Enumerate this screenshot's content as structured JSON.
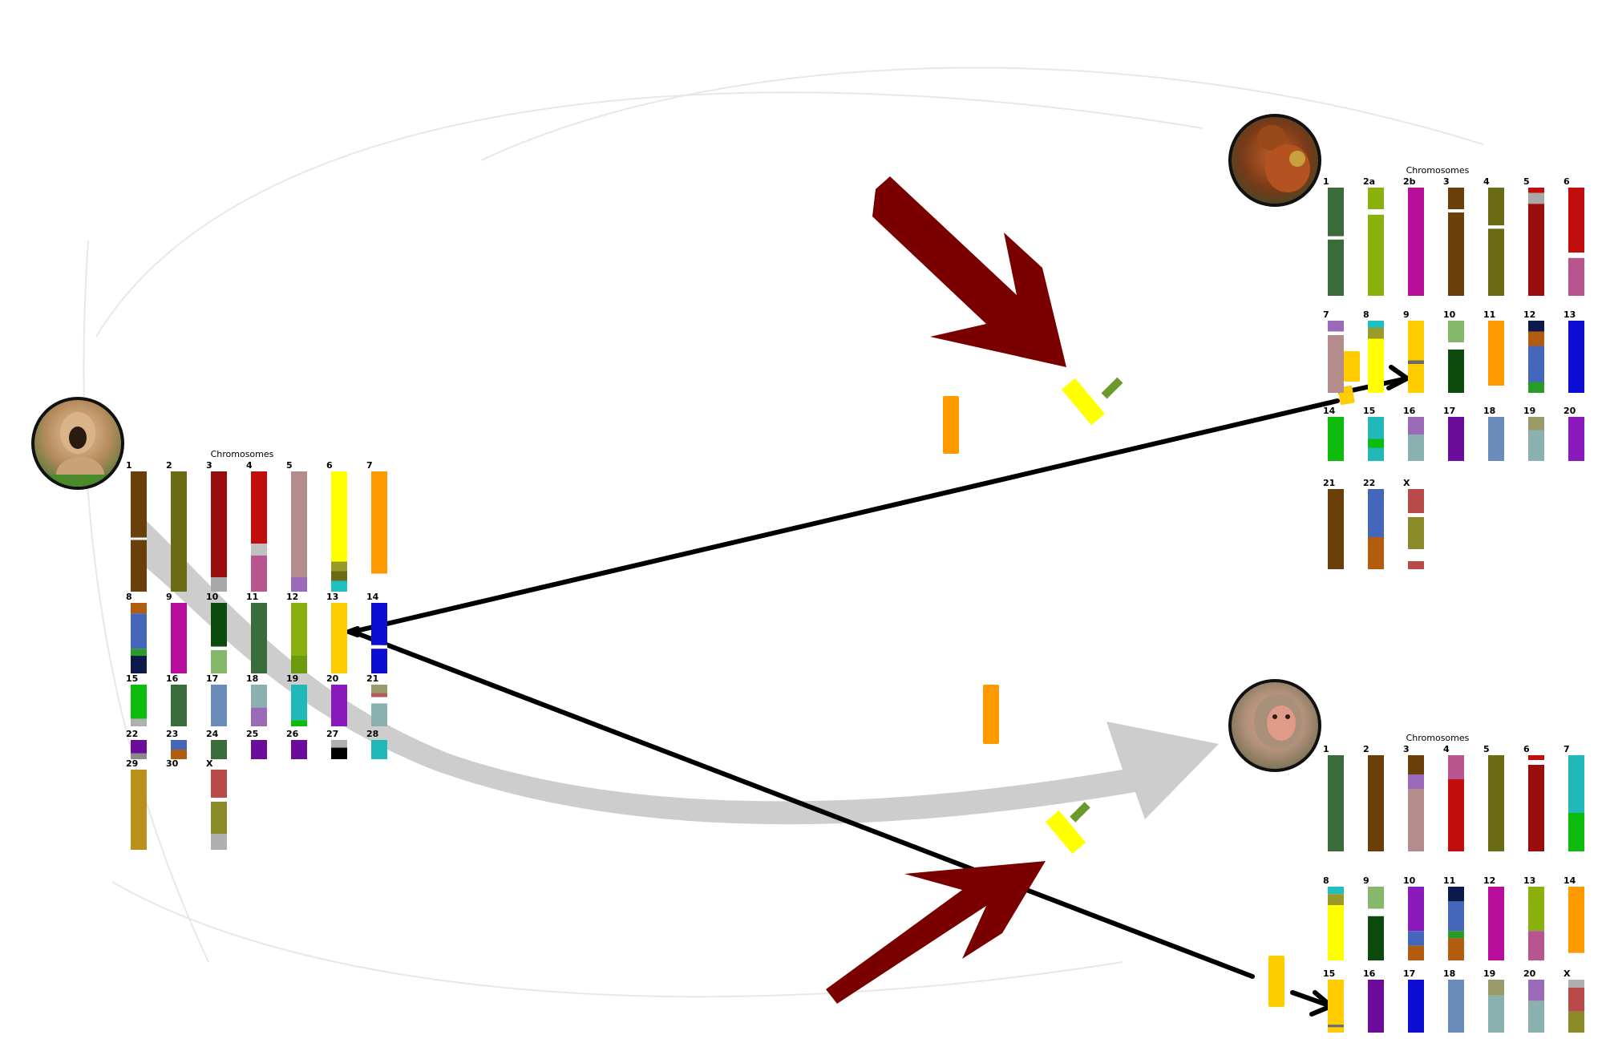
{
  "colors": {
    "background": "#ffffff",
    "dark_red_arrow": "#7a0000",
    "gray_arrow": "#c8c8c8",
    "black_arrow": "#000000",
    "highlight_yellow": "#ffcc00"
  },
  "gibbon": {
    "title": "Chromosomes",
    "rows": [
      [
        {
          "label": "1",
          "segs": [
            [
              "#6b3f0a",
              0.55
            ],
            [
              "#ffffff",
              0.02
            ],
            [
              "#6b3f0a",
              0.43
            ]
          ]
        },
        {
          "label": "2",
          "segs": [
            [
              "#6b6b14",
              1.0
            ]
          ]
        },
        {
          "label": "3",
          "segs": [
            [
              "#990d0d",
              0.88
            ],
            [
              "#a8a8a8",
              0.12
            ]
          ]
        },
        {
          "label": "4",
          "segs": [
            [
              "#c20d0d",
              0.6
            ],
            [
              "#c0c0c0",
              0.1
            ],
            [
              "#b8558f",
              0.3
            ]
          ]
        },
        {
          "label": "5",
          "segs": [
            [
              "#b58c8c",
              0.88
            ],
            [
              "#9a6ab8",
              0.12
            ]
          ]
        },
        {
          "label": "6",
          "segs": [
            [
              "#ffff00",
              0.75
            ],
            [
              "#9a9a2a",
              0.08
            ],
            [
              "#6b6b14",
              0.08
            ],
            [
              "#20c0c0",
              0.09
            ]
          ]
        },
        {
          "label": "7",
          "segs": [
            [
              "#ff9900",
              0.85
            ],
            [
              "#ffffff",
              0.15
            ]
          ]
        }
      ],
      [
        {
          "label": "8",
          "segs": [
            [
              "#b25c0f",
              0.15
            ],
            [
              "#4466bb",
              0.5
            ],
            [
              "#2a9a2a",
              0.1
            ],
            [
              "#0b1a4a",
              0.25
            ]
          ]
        },
        {
          "label": "9",
          "segs": [
            [
              "#b80d9a",
              1.0
            ]
          ]
        },
        {
          "label": "10",
          "segs": [
            [
              "#0d4a0d",
              0.62
            ],
            [
              "#ffffff",
              0.05
            ],
            [
              "#86b86b",
              0.33
            ]
          ]
        },
        {
          "label": "11",
          "segs": [
            [
              "#3a6b3a",
              1.0
            ]
          ]
        },
        {
          "label": "12",
          "segs": [
            [
              "#8ab00d",
              0.75
            ],
            [
              "#6b9a0d",
              0.25
            ]
          ]
        },
        {
          "label": "13",
          "segs": [
            [
              "#ffcc00",
              1.0
            ]
          ]
        },
        {
          "label": "14",
          "segs": [
            [
              "#0d0dd4",
              0.6
            ],
            [
              "#ffffff",
              0.05
            ],
            [
              "#0d0dd4",
              0.35
            ]
          ]
        }
      ],
      [
        {
          "label": "15",
          "segs": [
            [
              "#0dbb0d",
              0.82
            ],
            [
              "#b0b0b0",
              0.18
            ]
          ]
        },
        {
          "label": "16",
          "segs": [
            [
              "#3a6b3a",
              1.0
            ]
          ]
        },
        {
          "label": "17",
          "segs": [
            [
              "#6b8bbb",
              1.0
            ]
          ]
        },
        {
          "label": "18",
          "segs": [
            [
              "#8bb0b0",
              0.55
            ],
            [
              "#9a6ab8",
              0.45
            ]
          ]
        },
        {
          "label": "19",
          "segs": [
            [
              "#20b8b8",
              0.85
            ],
            [
              "#0dbb0d",
              0.15
            ]
          ]
        },
        {
          "label": "20",
          "segs": [
            [
              "#8a1abb",
              1.0
            ]
          ]
        },
        {
          "label": "21",
          "segs": [
            [
              "#9a9a6b",
              0.2
            ],
            [
              "#b25c5c",
              0.1
            ],
            [
              "#ffffff",
              0.15
            ],
            [
              "#8bb0b0",
              0.55
            ]
          ]
        }
      ],
      [
        {
          "label": "22",
          "segs": [
            [
              "#6b0d9a",
              0.7
            ],
            [
              "#8a8a8a",
              0.3
            ]
          ]
        },
        {
          "label": "23",
          "segs": [
            [
              "#4466bb",
              0.5
            ],
            [
              "#b25c0f",
              0.5
            ]
          ]
        },
        {
          "label": "24",
          "segs": [
            [
              "#3a6b3a",
              1.0
            ]
          ]
        },
        {
          "label": "25",
          "segs": [
            [
              "#6b0d9a",
              1.0
            ]
          ]
        },
        {
          "label": "26",
          "segs": [
            [
              "#6b0d9a",
              1.0
            ]
          ]
        },
        {
          "label": "27",
          "segs": [
            [
              "#b0b0b0",
              0.4
            ],
            [
              "#000000",
              0.6
            ]
          ]
        },
        {
          "label": "28",
          "segs": [
            [
              "#20b8b8",
              1.0
            ]
          ]
        }
      ],
      [
        {
          "label": "29",
          "segs": [
            [
              "#b8901a",
              1.0
            ]
          ]
        },
        {
          "label": "30",
          "segs": []
        },
        {
          "label": "X",
          "segs": [
            [
              "#b84a4a",
              0.35
            ],
            [
              "#ffffff",
              0.05
            ],
            [
              "#8b8b2a",
              0.4
            ],
            [
              "#b0b0b0",
              0.2
            ]
          ]
        }
      ]
    ]
  },
  "orangutan": {
    "title": "Chromosomes",
    "rows": [
      [
        {
          "label": "1",
          "segs": [
            [
              "#3a6b3a",
              0.45
            ],
            [
              "#ffffff",
              0.03
            ],
            [
              "#3a6b3a",
              0.52
            ]
          ]
        },
        {
          "label": "2a",
          "segs": [
            [
              "#8ab00d",
              0.2
            ],
            [
              "#ffffff",
              0.05
            ],
            [
              "#8ab00d",
              0.75
            ]
          ]
        },
        {
          "label": "2b",
          "segs": [
            [
              "#b80d9a",
              1.0
            ]
          ]
        },
        {
          "label": "3",
          "segs": [
            [
              "#6b3f0a",
              0.2
            ],
            [
              "#ffffff",
              0.03
            ],
            [
              "#6b3f0a",
              0.77
            ]
          ]
        },
        {
          "label": "4",
          "segs": [
            [
              "#6b6b14",
              0.35
            ],
            [
              "#ffffff",
              0.03
            ],
            [
              "#6b6b14",
              0.62
            ]
          ]
        },
        {
          "label": "5",
          "segs": [
            [
              "#c20d0d",
              0.05
            ],
            [
              "#a8a8a8",
              0.1
            ],
            [
              "#9a0d0d",
              0.85
            ]
          ]
        },
        {
          "label": "6",
          "segs": [
            [
              "#c20d0d",
              0.6
            ],
            [
              "#ffffff",
              0.05
            ],
            [
              "#b8558f",
              0.35
            ]
          ]
        }
      ],
      [
        {
          "label": "7",
          "segs": [
            [
              "#9a6ab8",
              0.15
            ],
            [
              "#ffffff",
              0.05
            ],
            [
              "#b58c8c",
              0.8
            ]
          ]
        },
        {
          "label": "8",
          "segs": [
            [
              "#20c0c0",
              0.1
            ],
            [
              "#9a9a2a",
              0.15
            ],
            [
              "#ffff00",
              0.75
            ]
          ]
        },
        {
          "label": "9",
          "segs": [
            [
              "#ffcc00",
              0.55
            ],
            [
              "#6b6b6b",
              0.05
            ],
            [
              "#ffcc00",
              0.4
            ]
          ]
        },
        {
          "label": "10",
          "segs": [
            [
              "#86b86b",
              0.3
            ],
            [
              "#ffffff",
              0.1
            ],
            [
              "#0d4a0d",
              0.6
            ]
          ]
        },
        {
          "label": "11",
          "segs": [
            [
              "#ff9900",
              0.9
            ],
            [
              "#ffffff",
              0.1
            ]
          ]
        },
        {
          "label": "12",
          "segs": [
            [
              "#0b1a4a",
              0.15
            ],
            [
              "#b25c0f",
              0.2
            ],
            [
              "#4466bb",
              0.5
            ],
            [
              "#2a9a2a",
              0.15
            ]
          ]
        },
        {
          "label": "13",
          "segs": [
            [
              "#0d0dd4",
              1.0
            ]
          ]
        }
      ],
      [
        {
          "label": "14",
          "segs": [
            [
              "#0dbb0d",
              1.0
            ]
          ]
        },
        {
          "label": "15",
          "segs": [
            [
              "#20b8b8",
              0.5
            ],
            [
              "#0dbb0d",
              0.2
            ],
            [
              "#20b8b8",
              0.3
            ]
          ]
        },
        {
          "label": "16",
          "segs": [
            [
              "#9a6ab8",
              0.4
            ],
            [
              "#8bb0b0",
              0.6
            ]
          ]
        },
        {
          "label": "17",
          "segs": [
            [
              "#6b0d9a",
              1.0
            ]
          ]
        },
        {
          "label": "18",
          "segs": [
            [
              "#6b8bbb",
              1.0
            ]
          ]
        },
        {
          "label": "19",
          "segs": [
            [
              "#9a9a6b",
              0.3
            ],
            [
              "#8bb0b0",
              0.7
            ]
          ]
        },
        {
          "label": "20",
          "segs": [
            [
              "#8a1abb",
              1.0
            ]
          ]
        }
      ],
      [
        {
          "label": "21",
          "segs": [
            [
              "#6b3f0a",
              1.0
            ]
          ]
        },
        {
          "label": "22",
          "segs": [
            [
              "#4466bb",
              0.6
            ],
            [
              "#b25c0f",
              0.4
            ]
          ]
        },
        {
          "label": "X",
          "segs": [
            [
              "#b84a4a",
              0.3
            ],
            [
              "#ffffff",
              0.05
            ],
            [
              "#8b8b2a",
              0.4
            ],
            [
              "#ffffff",
              0.15
            ],
            [
              "#b84a4a",
              0.1
            ]
          ]
        }
      ]
    ]
  },
  "macaque": {
    "title": "Chromosomes",
    "rows": [
      [
        {
          "label": "1",
          "segs": [
            [
              "#3a6b3a",
              1.0
            ]
          ]
        },
        {
          "label": "2",
          "segs": [
            [
              "#6b3f0a",
              1.0
            ]
          ]
        },
        {
          "label": "3",
          "segs": [
            [
              "#6b3f0a",
              0.2
            ],
            [
              "#9a6ab8",
              0.15
            ],
            [
              "#b58c8c",
              0.65
            ]
          ]
        },
        {
          "label": "4",
          "segs": [
            [
              "#b8558f",
              0.25
            ],
            [
              "#c20d0d",
              0.75
            ]
          ]
        },
        {
          "label": "5",
          "segs": [
            [
              "#6b6b14",
              1.0
            ]
          ]
        },
        {
          "label": "6",
          "segs": [
            [
              "#c20d0d",
              0.05
            ],
            [
              "#ffffff",
              0.05
            ],
            [
              "#9a0d0d",
              0.9
            ]
          ]
        },
        {
          "label": "7",
          "segs": [
            [
              "#20b8b8",
              0.6
            ],
            [
              "#0dbb0d",
              0.4
            ]
          ]
        }
      ],
      [
        {
          "label": "8",
          "segs": [
            [
              "#20c0c0",
              0.1
            ],
            [
              "#9a9a2a",
              0.15
            ],
            [
              "#ffff00",
              0.75
            ]
          ]
        },
        {
          "label": "9",
          "segs": [
            [
              "#86b86b",
              0.3
            ],
            [
              "#ffffff",
              0.1
            ],
            [
              "#0d4a0d",
              0.6
            ]
          ]
        },
        {
          "label": "10",
          "segs": [
            [
              "#8a1abb",
              0.6
            ],
            [
              "#4466bb",
              0.2
            ],
            [
              "#b25c0f",
              0.2
            ]
          ]
        },
        {
          "label": "11",
          "segs": [
            [
              "#0b1a4a",
              0.2
            ],
            [
              "#4466bb",
              0.4
            ],
            [
              "#2a9a2a",
              0.1
            ],
            [
              "#b25c0f",
              0.3
            ]
          ]
        },
        {
          "label": "12",
          "segs": [
            [
              "#b80d9a",
              1.0
            ]
          ]
        },
        {
          "label": "13",
          "segs": [
            [
              "#8ab00d",
              0.6
            ],
            [
              "#b8558f",
              0.4
            ]
          ]
        },
        {
          "label": "14",
          "segs": [
            [
              "#ff9900",
              0.9
            ],
            [
              "#ffffff",
              0.1
            ]
          ]
        }
      ],
      [
        {
          "label": "15",
          "segs": [
            [
              "#ffcc00",
              0.85
            ],
            [
              "#6b6b6b",
              0.05
            ],
            [
              "#ffcc00",
              0.1
            ]
          ]
        },
        {
          "label": "16",
          "segs": [
            [
              "#6b0d9a",
              1.0
            ]
          ]
        },
        {
          "label": "17",
          "segs": [
            [
              "#0d0dd4",
              1.0
            ]
          ]
        },
        {
          "label": "18",
          "segs": [
            [
              "#6b8bbb",
              1.0
            ]
          ]
        },
        {
          "label": "19",
          "segs": [
            [
              "#9a9a6b",
              0.3
            ],
            [
              "#8bb0b0",
              0.7
            ]
          ]
        },
        {
          "label": "20",
          "segs": [
            [
              "#9a6ab8",
              0.4
            ],
            [
              "#8bb0b0",
              0.6
            ]
          ]
        },
        {
          "label": "X",
          "segs": [
            [
              "#b0b0b0",
              0.15
            ],
            [
              "#b84a4a",
              0.45
            ],
            [
              "#8b8b2a",
              0.4
            ]
          ]
        }
      ]
    ]
  },
  "floating_segments": [
    {
      "name": "orange-fragment",
      "color": "#ff9900"
    },
    {
      "name": "yellow-rotated-fragment",
      "color": "#ffff00"
    },
    {
      "name": "yellow-small-fragment",
      "color": "#ffcc00"
    }
  ]
}
